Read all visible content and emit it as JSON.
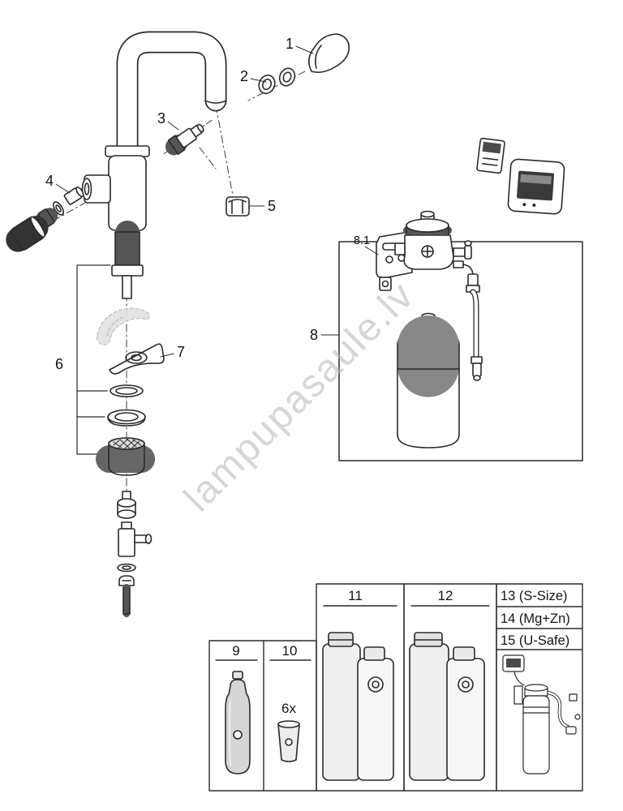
{
  "diagram": {
    "watermark": "lampupasaule.lv",
    "parts": {
      "p1": "1",
      "p2": "2",
      "p3": "3",
      "p4": "4",
      "p5": "5",
      "p6": "6",
      "p7": "7",
      "p8": "8",
      "p8_1": "8.1",
      "p9": "9",
      "p10": "10",
      "p10_qty": "6x",
      "p11": "11",
      "p12": "12",
      "p13": "13 (S-Size)",
      "p14": "14 (Mg+Zn)",
      "p15": "15 (U-Safe)"
    },
    "colors": {
      "line": "#2a2a2a",
      "watermark": "#b5b5b5",
      "background": "#ffffff"
    }
  }
}
